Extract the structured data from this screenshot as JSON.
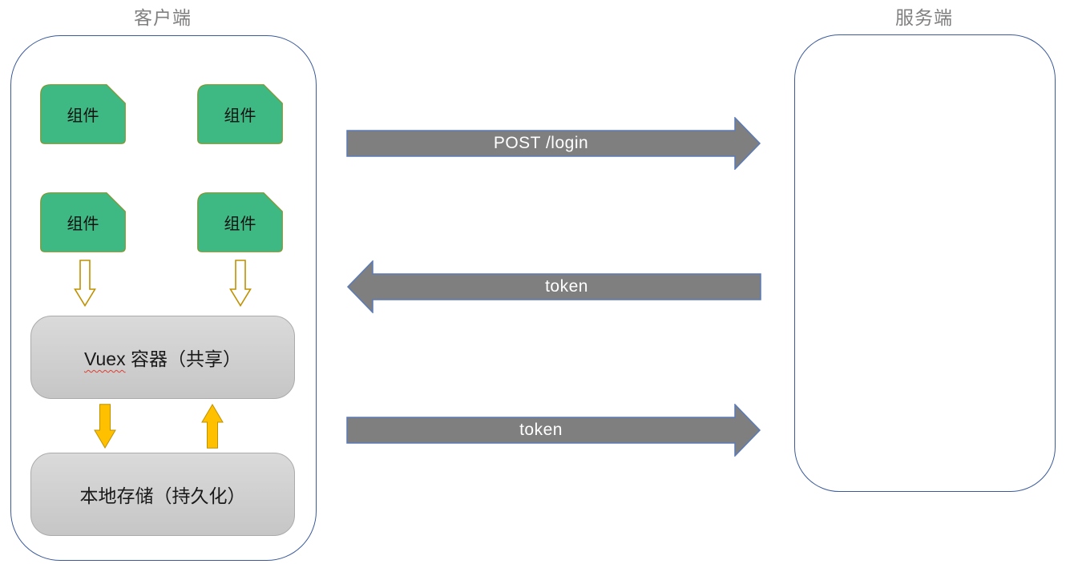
{
  "client": {
    "title": "客户端",
    "components": [
      {
        "label": "组件"
      },
      {
        "label": "组件"
      },
      {
        "label": "组件"
      },
      {
        "label": "组件"
      }
    ],
    "vuex_box": {
      "keyword": "Vuex",
      "rest": " 容器（共享）"
    },
    "storage_box": {
      "label": "本地存储（持久化）"
    }
  },
  "server": {
    "title": "服务端"
  },
  "messages": [
    {
      "label": "POST /login",
      "direction": "right"
    },
    {
      "label": "token",
      "direction": "left"
    },
    {
      "label": "token",
      "direction": "right"
    }
  ],
  "colors": {
    "component_fill": "#3EB983",
    "component_border": "#86952F",
    "message_arrow_fill": "#7F7F7F",
    "message_arrow_border": "#5B7AB5",
    "message_text": "#FFFFFF",
    "flow_arrow_fill": "#FFC000",
    "flow_arrow_border": "#BF9000",
    "container_border": "#3A5A9B",
    "process_box_fill_top": "#DADADA",
    "process_box_fill_bottom": "#C6C6C6",
    "section_title_color": "#808080",
    "spellcheck_squiggle": "#E03C31"
  }
}
